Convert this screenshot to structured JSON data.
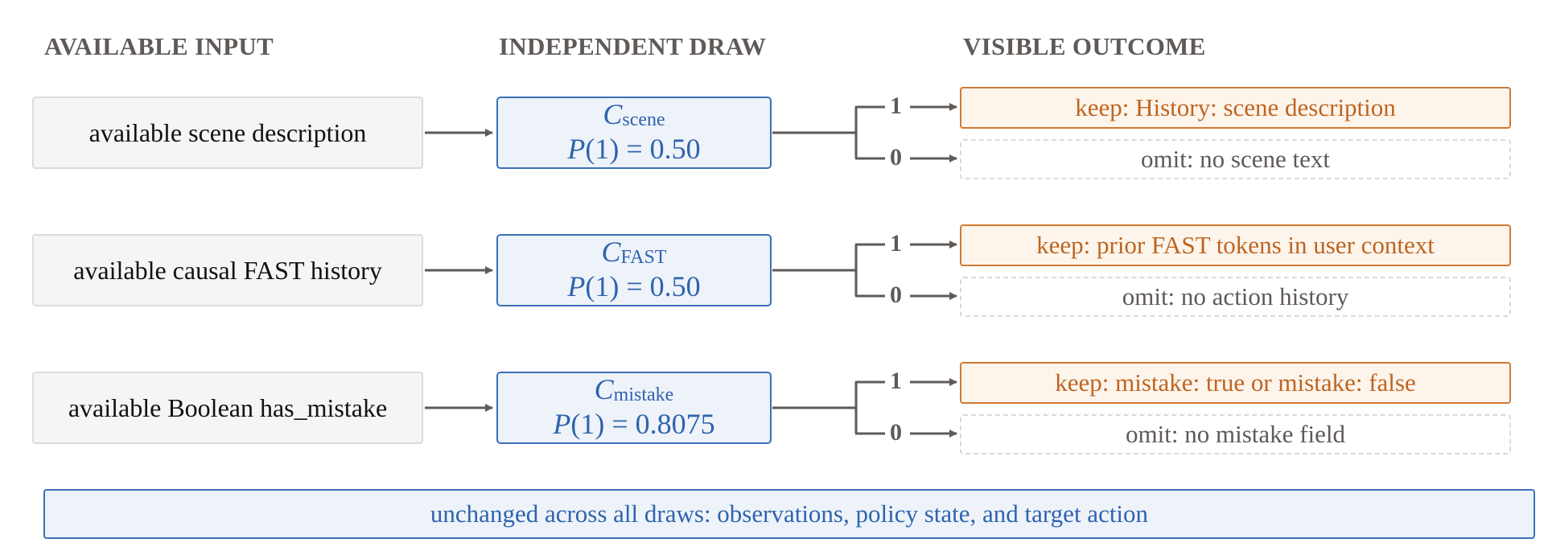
{
  "headers": {
    "input": "AVAILABLE INPUT",
    "draw": "INDEPENDENT DRAW",
    "outcome": "VISIBLE OUTCOME"
  },
  "rows": [
    {
      "input": "available scene description",
      "var_symbol": "C",
      "var_subscript": "scene",
      "prob_prefix": "P",
      "prob_text": "(1) = 0.50",
      "one_label": "1",
      "zero_label": "0",
      "keep": "keep: History: scene description",
      "omit": "omit: no scene text"
    },
    {
      "input": "available causal FAST history",
      "var_symbol": "C",
      "var_subscript": "FAST",
      "prob_prefix": "P",
      "prob_text": "(1) = 0.50",
      "one_label": "1",
      "zero_label": "0",
      "keep": "keep: prior FAST tokens in user context",
      "omit": "omit: no action history"
    },
    {
      "input": "available Boolean has_mistake",
      "var_symbol": "C",
      "var_subscript": "mistake",
      "prob_prefix": "P",
      "prob_text": "(1) = 0.8075",
      "one_label": "1",
      "zero_label": "0",
      "keep": "keep: mistake: true or mistake: false",
      "omit": "omit: no mistake field"
    }
  ],
  "footer": "unchanged across all draws: observations, policy state, and target action",
  "colors": {
    "draw_accent": "#3b6fb8",
    "keep_accent": "#cf7a34",
    "wire": "#5f5a57"
  }
}
